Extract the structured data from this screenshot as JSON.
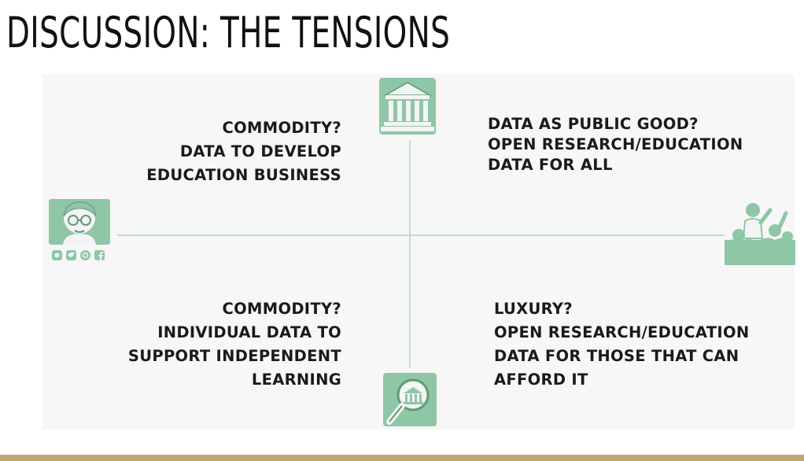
{
  "slide": {
    "title": "DISCUSSION: THE TENSIONS"
  },
  "quadrants": {
    "top_left": [
      "COMMODITY?",
      "DATA TO DEVELOP",
      "EDUCATION BUSINESS"
    ],
    "top_right": [
      "DATA AS PUBLIC GOOD?",
      "OPEN RESEARCH/EDUCATION",
      "DATA FOR ALL"
    ],
    "bottom_left": [
      "COMMODITY?",
      "INDIVIDUAL DATA TO",
      "SUPPORT INDEPENDENT",
      "LEARNING"
    ],
    "bottom_right": [
      "LUXURY?",
      "OPEN RESEARCH/EDUCATION",
      "DATA FOR THOSE THAT CAN",
      "AFFORD IT"
    ]
  },
  "icons": {
    "top": "institution-building-icon",
    "bottom": "magnifier-institution-icon",
    "left": "social-media-person-icon",
    "right": "crowd-icon"
  },
  "colors": {
    "accent": "#8fc6a5",
    "axis": "#bfe0cf",
    "footer": "#c4a574"
  }
}
